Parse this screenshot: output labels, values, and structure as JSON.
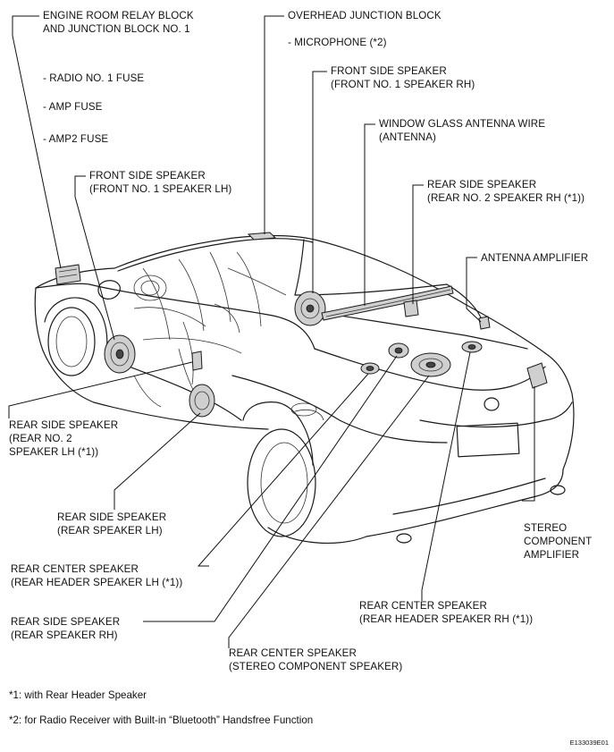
{
  "labels": {
    "engine_room": [
      "ENGINE ROOM RELAY BLOCK",
      "AND JUNCTION BLOCK NO. 1"
    ],
    "radio_fuse": "- RADIO NO. 1 FUSE",
    "amp_fuse": "- AMP FUSE",
    "amp2_fuse": "- AMP2 FUSE",
    "overhead_jb": "OVERHEAD JUNCTION BLOCK",
    "microphone": "- MICROPHONE (*2)",
    "front_speaker_rh": [
      "FRONT SIDE SPEAKER",
      "(FRONT NO. 1 SPEAKER RH)"
    ],
    "antenna_wire": [
      "WINDOW GLASS ANTENNA WIRE",
      "(ANTENNA)"
    ],
    "front_speaker_lh": [
      "FRONT SIDE SPEAKER",
      "(FRONT NO. 1 SPEAKER LH)"
    ],
    "rear_no2_rh": [
      "REAR SIDE SPEAKER",
      "(REAR NO. 2 SPEAKER RH (*1))"
    ],
    "antenna_amp": "ANTENNA AMPLIFIER",
    "rear_no2_lh": [
      "REAR SIDE SPEAKER",
      "(REAR NO. 2",
      "SPEAKER LH (*1))"
    ],
    "rear_speaker_lh": [
      "REAR SIDE SPEAKER",
      "(REAR SPEAKER LH)"
    ],
    "stereo_amp": [
      "STEREO",
      "COMPONENT",
      "AMPLIFIER"
    ],
    "rear_center_lh": [
      "REAR CENTER SPEAKER",
      "(REAR HEADER SPEAKER LH (*1))"
    ],
    "rear_center_rh": [
      "REAR CENTER SPEAKER",
      "(REAR HEADER SPEAKER RH (*1))"
    ],
    "rear_speaker_rh": [
      "REAR SIDE SPEAKER",
      "(REAR SPEAKER RH)"
    ],
    "rear_center_stereo": [
      "REAR CENTER SPEAKER",
      "(STEREO COMPONENT SPEAKER)"
    ]
  },
  "notes": {
    "note1": "*1: with Rear Header Speaker",
    "note2": "*2: for Radio Receiver with Built-in “Bluetooth” Handsfree Function"
  },
  "figure_code": "E133039E01"
}
